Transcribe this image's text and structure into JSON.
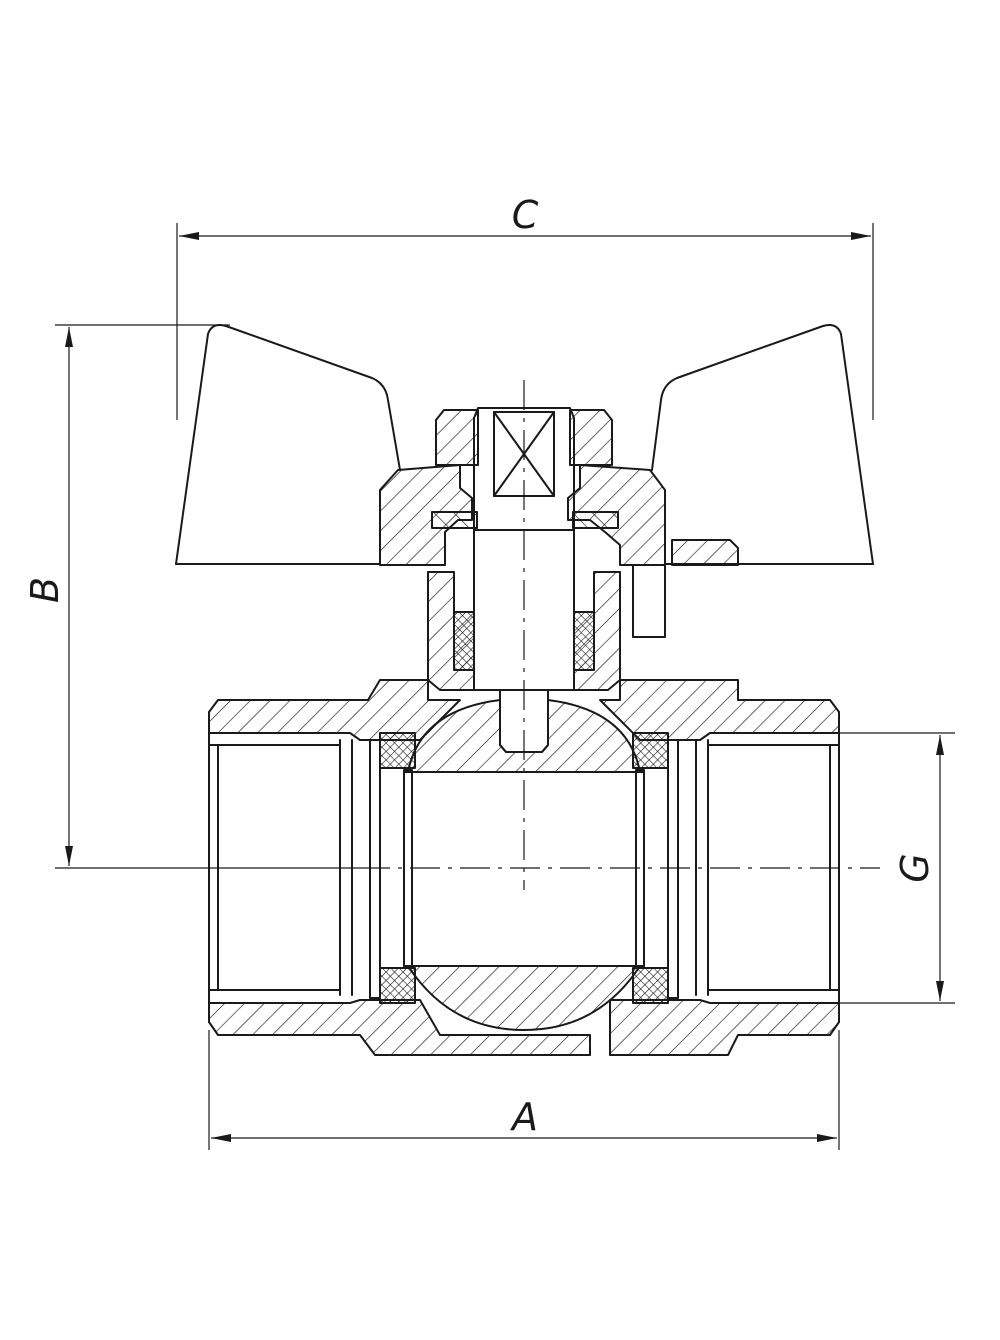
{
  "dimensions": {
    "a": "A",
    "b": "B",
    "c": "C",
    "g": "G"
  },
  "colors": {
    "line": "#1a1a1a",
    "background": "#ffffff"
  }
}
